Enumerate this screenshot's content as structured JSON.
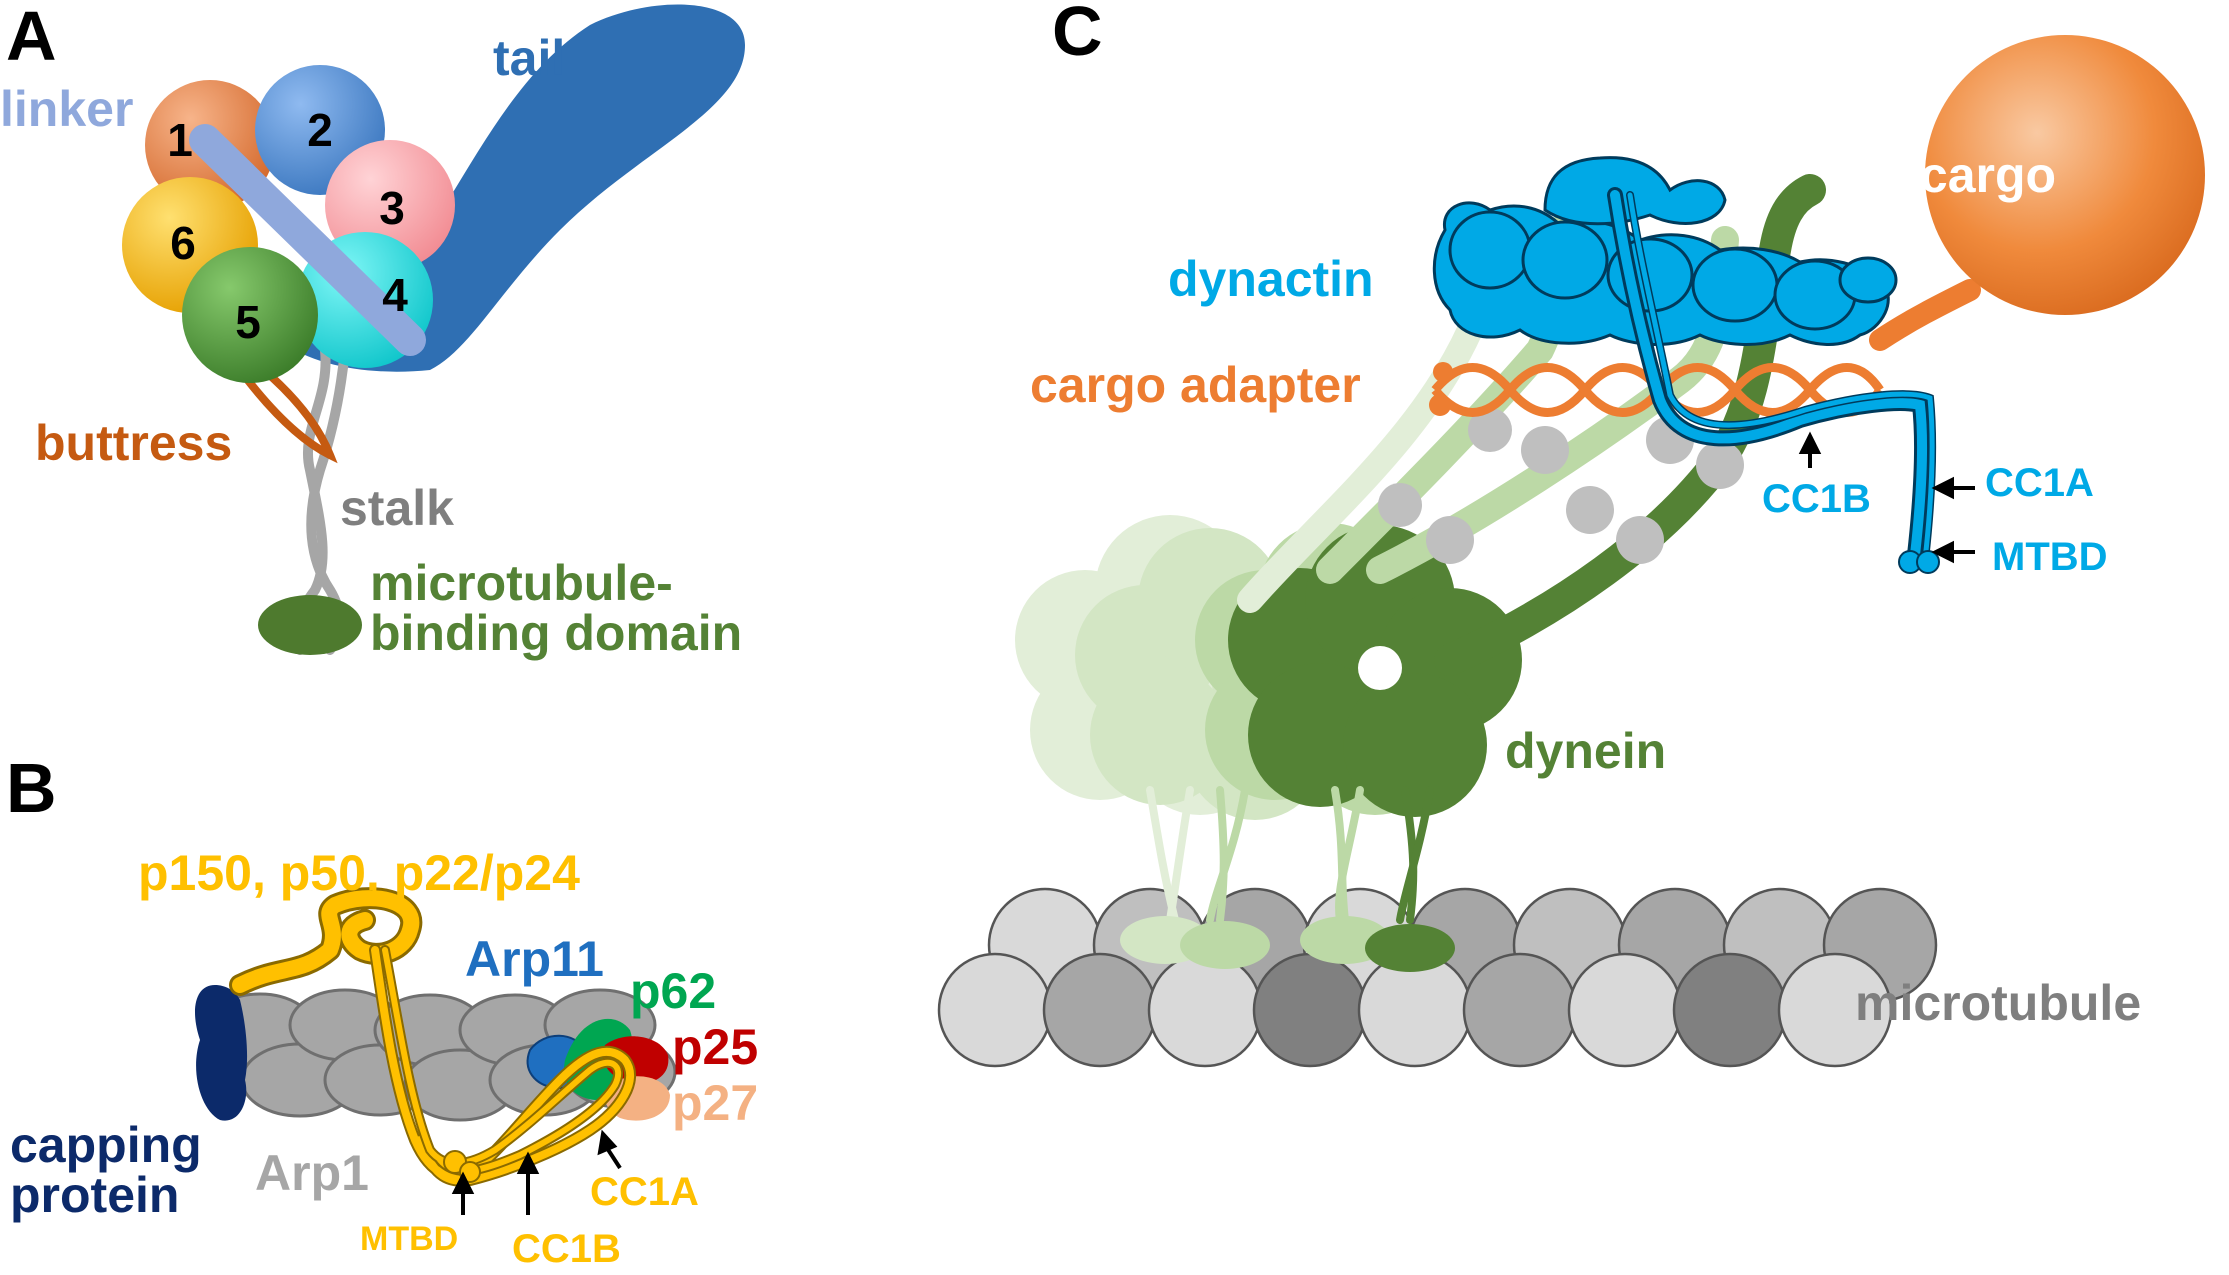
{
  "panels": {
    "a": {
      "letter": "A",
      "labels": {
        "linker": "linker",
        "tail": "tail",
        "buttress": "buttress",
        "stalk": "stalk",
        "mtbd_line1": "microtubule-",
        "mtbd_line2": "binding domain"
      },
      "domains": [
        "1",
        "2",
        "3",
        "4",
        "5",
        "6"
      ]
    },
    "b": {
      "letter": "B",
      "labels": {
        "p150_group": "p150, p50, p22/p24",
        "arp11": "Arp11",
        "p62": "p62",
        "p25": "p25",
        "p27": "p27",
        "capping_line1": "capping",
        "capping_line2": "protein",
        "arp1": "Arp1",
        "cc1a": "CC1A",
        "mtbd": "MTBD",
        "cc1b": "CC1B"
      }
    },
    "c": {
      "letter": "C",
      "labels": {
        "cargo": "cargo",
        "dynactin": "dynactin",
        "cargo_adapter": "cargo adapter",
        "cc1b": "CC1B",
        "cc1a": "CC1A",
        "mtbd": "MTBD",
        "dynein": "dynein",
        "microtubule": "microtubule"
      }
    }
  },
  "colors": {
    "domain1": "#e8834a",
    "domain2": "#4a88cf",
    "domain3": "#f8a9ae",
    "domain4": "#19d9dc",
    "domain5": "#4f9a3c",
    "domain6": "#f5b400",
    "linker": "#8fa8dc",
    "tail": "#2f6fb3",
    "buttress": "#c55a11",
    "stalk": "#a6a6a6",
    "mtbd": "#4e7a2e",
    "dynactin": "#00a9e6",
    "cargo_adapter": "#ed7d31",
    "cargo": "#ef8a3a",
    "p150": "#ffc000",
    "arp1": "#a6a6a6",
    "arp11": "#1f6fc0",
    "p62": "#00a651",
    "p25": "#c00000",
    "p27": "#f4b183",
    "capping": "#0c2a6a",
    "dynein_dark": "#548235",
    "microtubule_label": "#7f7f7f"
  }
}
